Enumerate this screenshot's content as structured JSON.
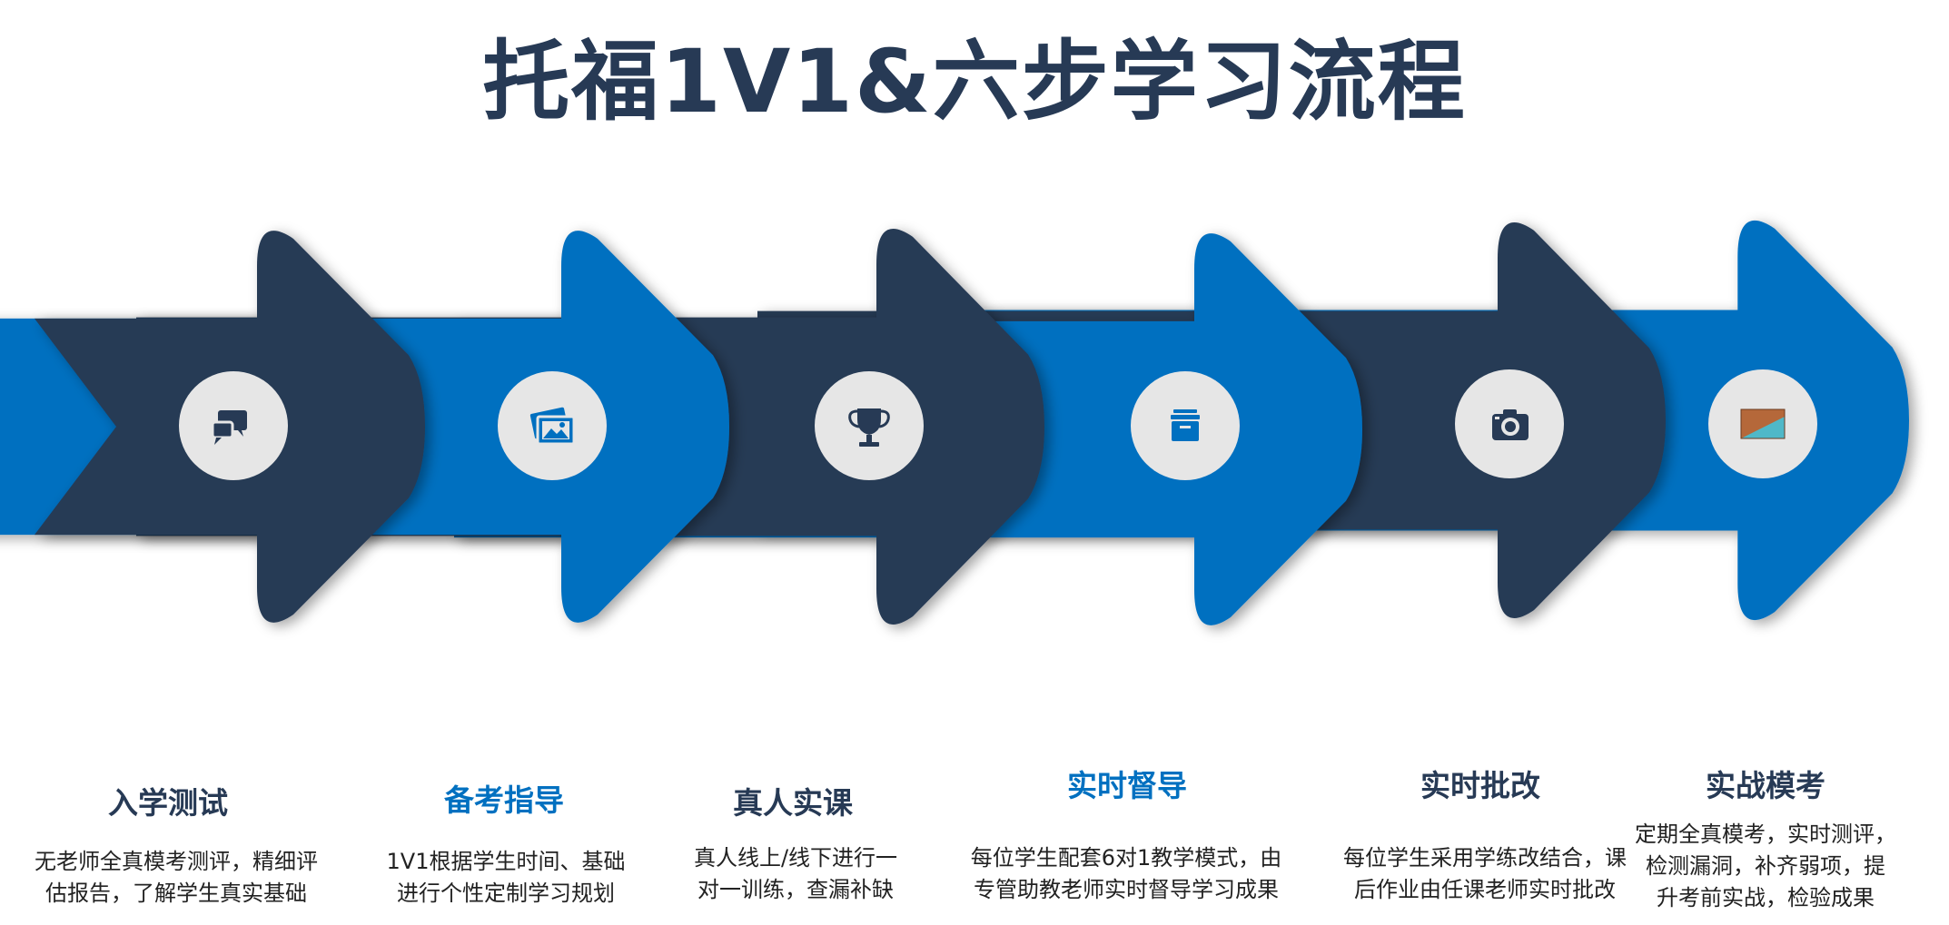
{
  "title": "托福1V1&六步学习流程",
  "colors": {
    "dark": "#273a55",
    "blue": "#0070c0",
    "circle": "#e6e6e6",
    "text": "#222222"
  },
  "steps": [
    {
      "title": "入学测试",
      "icon": "chat-bubbles-icon",
      "desc_line1": "无老师全真模考测评，精细评",
      "desc_line2": "估报告，了解学生真实基础",
      "desc_line3": ""
    },
    {
      "title": "备考指导",
      "icon": "pictures-icon",
      "desc_line1": "1V1根据学生时间、基础",
      "desc_line2": "进行个性定制学习规划",
      "desc_line3": ""
    },
    {
      "title": "真人实课",
      "icon": "trophy-icon",
      "desc_line1": "真人线上/线下进行一",
      "desc_line2": "对一训练，查漏补缺",
      "desc_line3": ""
    },
    {
      "title": "实时督导",
      "icon": "archive-box-icon",
      "desc_line1": "每位学生配套6对1教学模式，由",
      "desc_line2": "专管助教老师实时督导学习成果",
      "desc_line3": ""
    },
    {
      "title": "实时批改",
      "icon": "camera-icon",
      "desc_line1": "每位学生采用学练改结合，课",
      "desc_line2": "后作业由任课老师实时批改",
      "desc_line3": ""
    },
    {
      "title": "实战模考",
      "icon": "toefl-ticket-icon",
      "desc_line1": "定期全真模考，实时测评，",
      "desc_line2": "检测漏洞，补齐弱项，提",
      "desc_line3": "升考前实战，检验成果"
    }
  ]
}
